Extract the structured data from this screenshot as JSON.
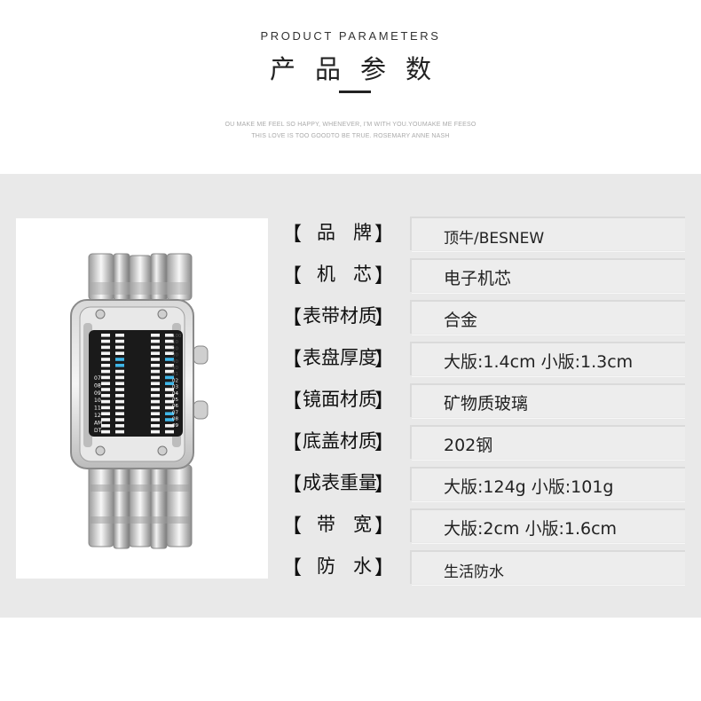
{
  "header": {
    "en_title": "PRODUCT PARAMETERS",
    "cn_title": "产品参数",
    "quote_line1": "OU MAKE ME FEEL SO HAPPY, WHENEVER, I'M WITH YOU.YOUMAKE ME FEESO",
    "quote_line2": "THIS LOVE IS TOO GOODTO BE TRUE. ROSEMARY ANNE NASH"
  },
  "bracket_left": "【",
  "bracket_right": "】",
  "params": [
    {
      "label": "品牌",
      "value": "顶牛/BESNEW"
    },
    {
      "label": "机芯",
      "value": "电子机芯"
    },
    {
      "label": "表带材质",
      "value": "合金"
    },
    {
      "label": "表盘厚度",
      "value": "大版:1.4cm  小版:1.3cm"
    },
    {
      "label": "镜面材质",
      "value": "矿物质玻璃"
    },
    {
      "label": "底盖材质",
      "value": "202钢"
    },
    {
      "label": "成表重量",
      "value": "大版:124g  小版:101g"
    },
    {
      "label": "带宽",
      "value": "大版:2cm   小版:1.6cm"
    },
    {
      "label": "防水",
      "value": "生活防水"
    }
  ],
  "watch": {
    "left_scale": [
      "07",
      "08",
      "09",
      "10",
      "11",
      "12",
      "AM",
      "DT"
    ],
    "right_scale": [
      "00",
      "01",
      "02",
      "03",
      "04",
      "05",
      "06",
      "07",
      "08",
      "09"
    ],
    "right_scale_top": [
      "100",
      "10",
      "20",
      "30",
      "40",
      "50",
      "01"
    ],
    "led_color": "#3fb6e8"
  },
  "colors": {
    "panel_bg": "#e9e9e9",
    "page_bg": "#ffffff",
    "text": "#222222"
  }
}
